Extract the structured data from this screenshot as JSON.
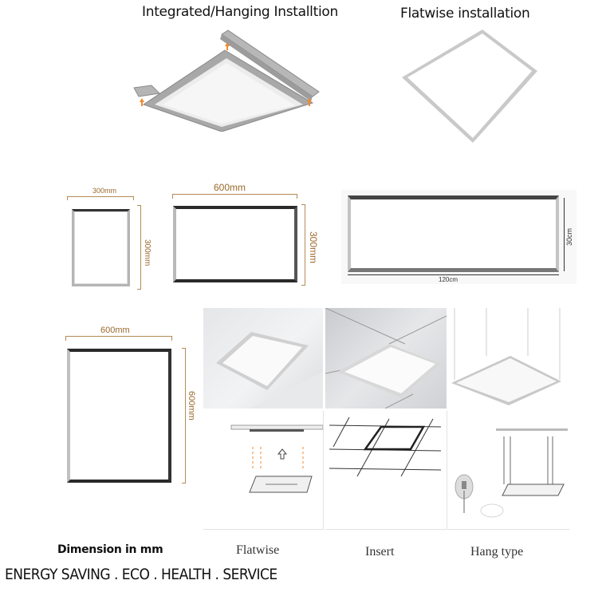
{
  "headings": {
    "integrated": "Integrated/Hanging Installtion",
    "flatwise": "Flatwise installation"
  },
  "dimensions": {
    "panel_300x300": {
      "width_label": "300mm",
      "height_label": "300mm"
    },
    "panel_600x300": {
      "width_label": "600mm",
      "height_label": "300mm"
    },
    "panel_120x30": {
      "width_label": "120cm",
      "height_label": "30cm"
    },
    "panel_600x600": {
      "width_label": "600mm",
      "height_label": "600mm"
    }
  },
  "captions": {
    "dimension": "Dimension in  mm",
    "flatwise": "Flatwise",
    "insert": "Insert",
    "hang": "Hang type"
  },
  "footer": {
    "slogan": "ENERGY SAVING . ECO . HEALTH . SERVICE"
  },
  "colors": {
    "dimension_line": "#b48a55",
    "frame_silver": "#a9a9a9",
    "arrow_orange": "#f08a2c"
  }
}
